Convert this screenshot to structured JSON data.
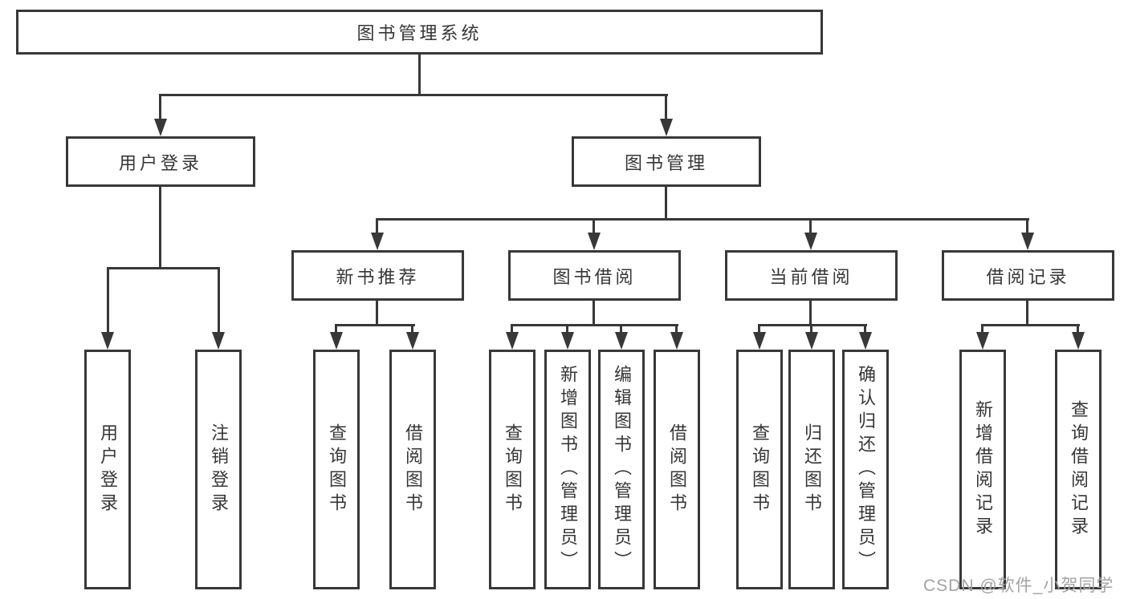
{
  "tree": {
    "root": "图书管理系统",
    "children": [
      {
        "label": "用户登录",
        "children": [
          "用户登录",
          "注销登录"
        ]
      },
      {
        "label": "图书管理",
        "children": [
          {
            "label": "新书推荐",
            "children": [
              "查询图书",
              "借阅图书"
            ]
          },
          {
            "label": "图书借阅",
            "children": [
              "查询图书",
              "新增图书（管理员）",
              "编辑图书（管理员）",
              "借阅图书"
            ]
          },
          {
            "label": "当前借阅",
            "children": [
              "查询图书",
              "归还图书",
              "确认归还（管理员）"
            ]
          },
          {
            "label": "借阅记录",
            "children": [
              "新增借阅记录",
              "查询借阅记录"
            ]
          }
        ]
      }
    ]
  },
  "watermark": "CSDN @软件_小贺同学",
  "colors": {
    "line": "#383838",
    "text": "#363636",
    "watermark": "#a3a3a3",
    "background": "#ffffff"
  }
}
